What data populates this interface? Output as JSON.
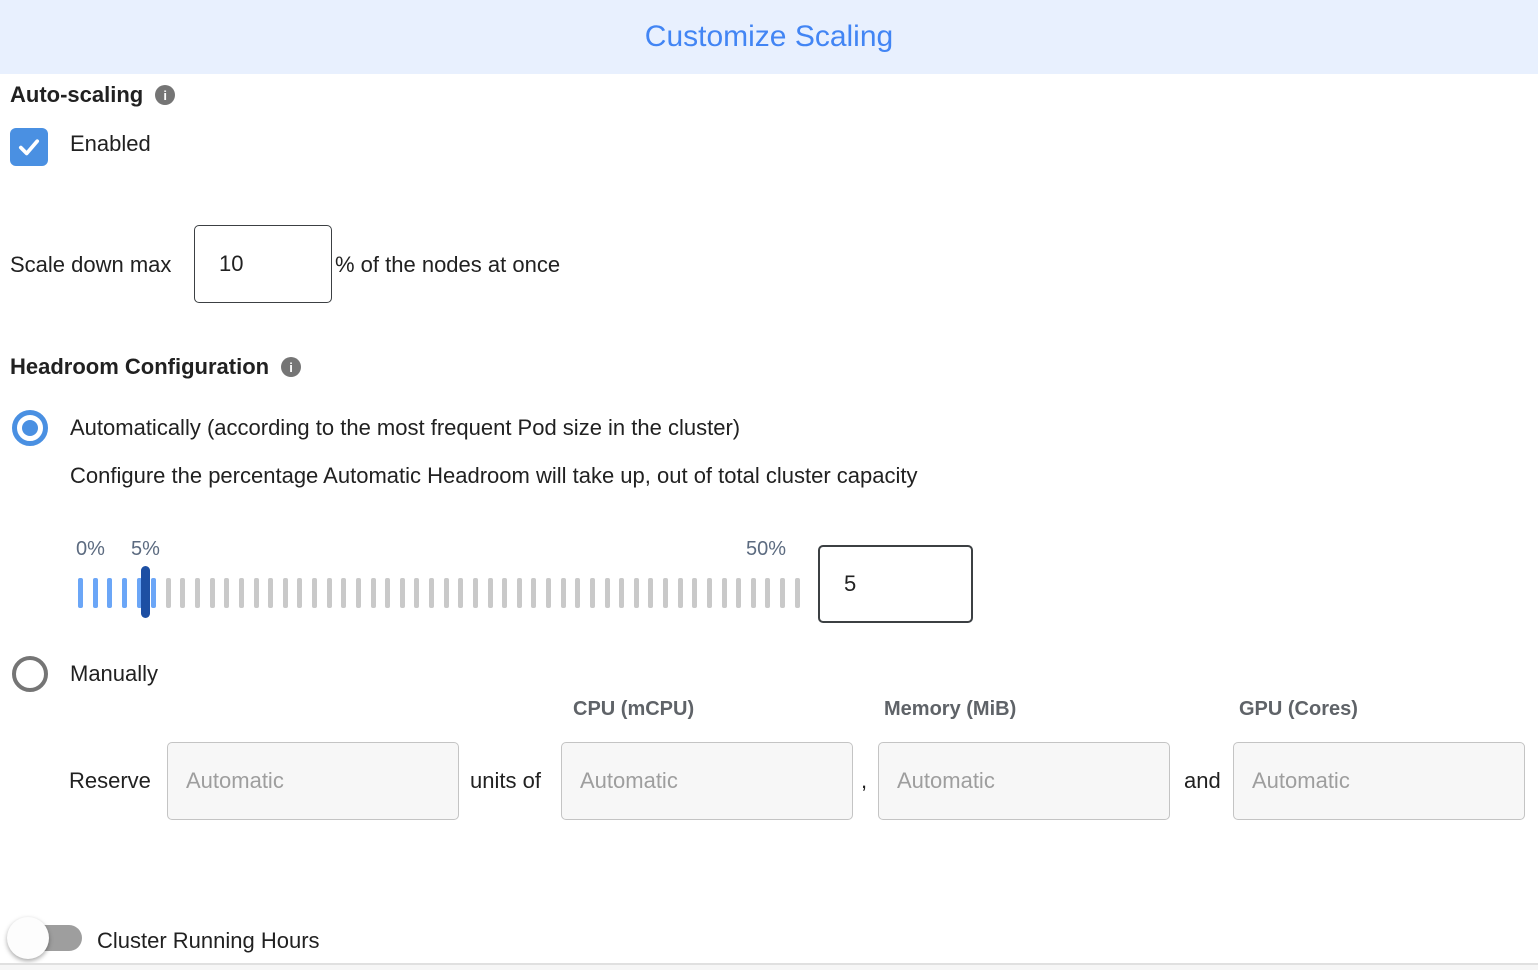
{
  "header": {
    "title": "Customize Scaling"
  },
  "auto_scaling": {
    "heading": "Auto-scaling",
    "enabled_label": "Enabled",
    "checkbox_checked": true,
    "scale_down": {
      "prefix": "Scale down max",
      "value": "10",
      "suffix": "% of the nodes at once"
    }
  },
  "headroom": {
    "heading": "Headroom Configuration",
    "auto_option_label": "Automatically (according to the most frequent Pod size in the cluster)",
    "auto_option_selected": true,
    "auto_description": "Configure the percentage Automatic Headroom will take up, out of total cluster capacity",
    "slider": {
      "min_label": "0%",
      "current_label": "5%",
      "max_label": "50%",
      "min": 0,
      "max": 50,
      "value": 5,
      "tick_count": 50,
      "blue_ticks": 6
    },
    "value_input": "5",
    "manual_option_label": "Manually",
    "manual_option_selected": false
  },
  "reserve": {
    "label": "Reserve",
    "units_of": "units of",
    "comma": ",",
    "and": "and",
    "columns": {
      "cpu": "CPU (mCPU)",
      "memory": "Memory (MiB)",
      "gpu": "GPU (Cores)"
    },
    "placeholder": "Automatic"
  },
  "cluster_running_hours": {
    "label": "Cluster Running Hours",
    "enabled": false
  },
  "colors": {
    "accent_blue": "#4285F4",
    "header_bg": "#E8F0FE",
    "control_blue": "#4a90e2",
    "tick_blue": "#6ba6f7",
    "tick_gray": "#c9c9c9",
    "handle_blue": "#1d4fa3",
    "slider_label": "#5c6b80",
    "toggle_track": "#9e9e9e",
    "divider": "#e0e0e0"
  }
}
